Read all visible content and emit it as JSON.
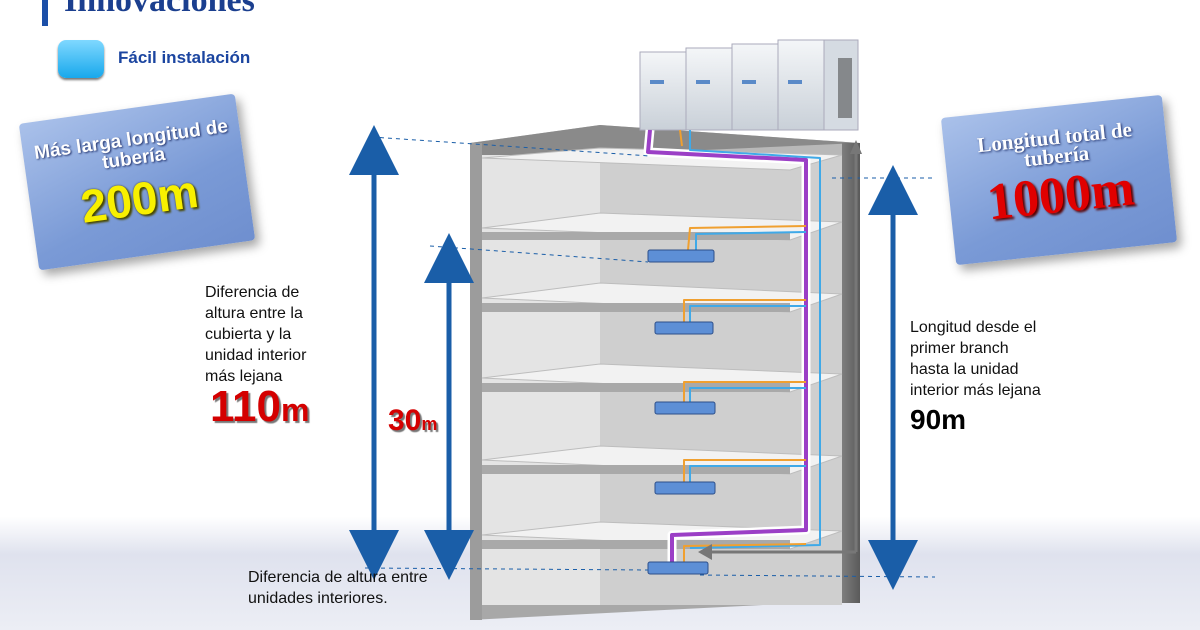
{
  "header": {
    "title": "Innovaciones"
  },
  "section": {
    "bullet_label": "Fácil instalación"
  },
  "callouts": {
    "left": {
      "label": "Más larga longitud de tubería",
      "value": "200m"
    },
    "right": {
      "label": "Longitud total de tubería",
      "value": "1000m"
    }
  },
  "annotations": {
    "height_diff_roof": {
      "text_lines": [
        "Diferencia de",
        "altura entre la",
        "cubierta y la",
        "unidad interior",
        "más lejana"
      ],
      "value_num": "110",
      "value_unit": "m"
    },
    "height_diff_indoor": {
      "value_num": "30",
      "value_unit": "m",
      "text_lines": [
        "Diferencia de altura entre",
        "unidades interiores."
      ]
    },
    "first_branch": {
      "text_lines": [
        "Longitud desde el",
        "primer branch",
        "hasta la unidad",
        "interior más lejana"
      ],
      "value": "90m"
    }
  },
  "colors": {
    "arrow": "#1a5ea8",
    "pipe_main": "#9b3fc6",
    "pipe_blue": "#3fa9e8",
    "pipe_orange": "#f0a030",
    "title": "#1b3f8f"
  }
}
